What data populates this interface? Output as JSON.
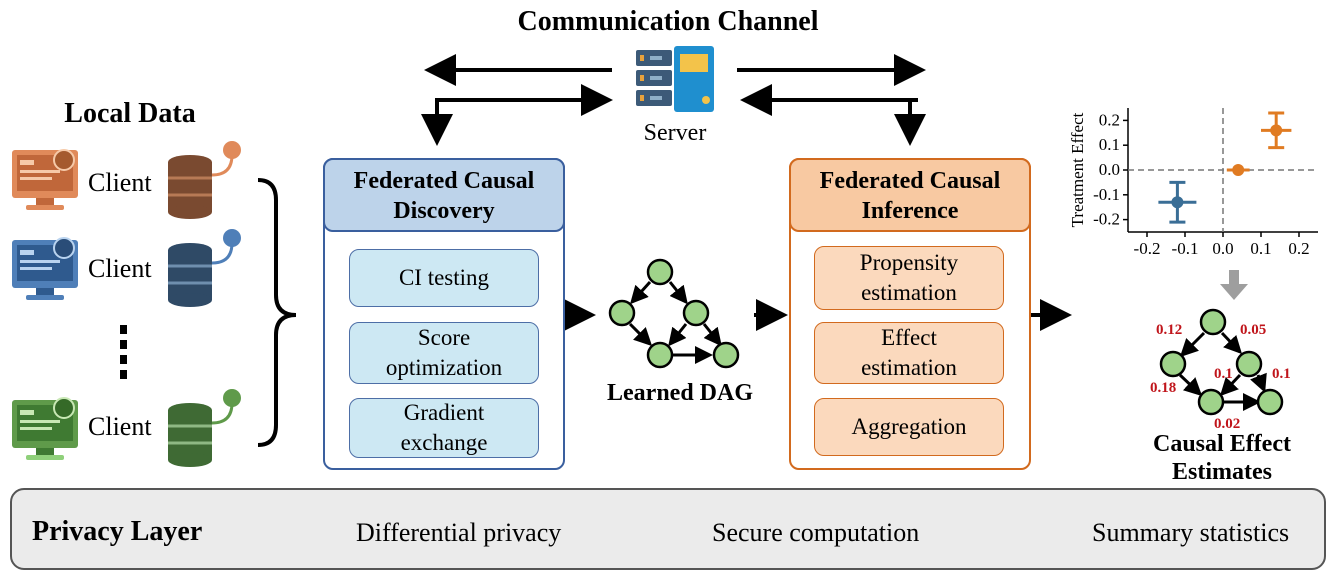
{
  "header": {
    "title": "Communication Channel",
    "server_label": "Server"
  },
  "local": {
    "title": "Local Data",
    "clients": [
      {
        "label": "Client",
        "color": "#e08a5a"
      },
      {
        "label": "Client",
        "color": "#4f7fb8"
      },
      {
        "label": "Client",
        "color": "#5f9a4a"
      }
    ]
  },
  "discovery": {
    "title_line1": "Federated Causal",
    "title_line2": "Discovery",
    "items": [
      {
        "line1": "CI testing",
        "line2": ""
      },
      {
        "line1": "Score",
        "line2": "optimization"
      },
      {
        "line1": "Gradient",
        "line2": "exchange"
      }
    ]
  },
  "dag": {
    "label": "Learned DAG"
  },
  "inference": {
    "title_line1": "Federated Causal",
    "title_line2": "Inference",
    "items": [
      {
        "line1": "Propensity",
        "line2": "estimation"
      },
      {
        "line1": "Effect",
        "line2": "estimation"
      },
      {
        "line1": "Aggregation",
        "line2": ""
      }
    ]
  },
  "chart_data": {
    "type": "scatter",
    "title": "",
    "xlabel": "",
    "ylabel": "Treatment Effect",
    "xlim": [
      -0.25,
      0.25
    ],
    "ylim": [
      -0.25,
      0.25
    ],
    "x_ticks": [
      "-0.2",
      "-0.1",
      "0.0",
      "0.1",
      "0.2"
    ],
    "y_ticks": [
      "0.2",
      "0.1",
      "0.0",
      "-0.1",
      "-0.2"
    ],
    "points": [
      {
        "x": -0.12,
        "y": -0.13,
        "xerr": 0.05,
        "yerr": 0.08,
        "color": "#3a6e96"
      },
      {
        "x": 0.04,
        "y": 0.0,
        "xerr": 0.03,
        "yerr": 0.0,
        "color": "#e07b22"
      },
      {
        "x": 0.14,
        "y": 0.16,
        "xerr": 0.04,
        "yerr": 0.07,
        "color": "#e07b22"
      }
    ]
  },
  "estimates": {
    "label_line1": "Causal Effect",
    "label_line2": "Estimates",
    "edge_values": [
      "0.12",
      "0.05",
      "0.18",
      "0.1",
      "0.1",
      "0.02"
    ],
    "value_color": "#c0151b"
  },
  "privacy": {
    "title": "Privacy Layer",
    "items": [
      {
        "label": "Differential privacy",
        "icon": "lock-shield-icon"
      },
      {
        "label": "Secure computation",
        "icon": "secure-monitor-icon"
      },
      {
        "label": "Summary statistics",
        "icon": "bar-chart-icon"
      }
    ]
  },
  "colors": {
    "node_fill": "#9fd38a",
    "blue_accent": "#3a5f9e",
    "orange_accent": "#d26a1e"
  }
}
